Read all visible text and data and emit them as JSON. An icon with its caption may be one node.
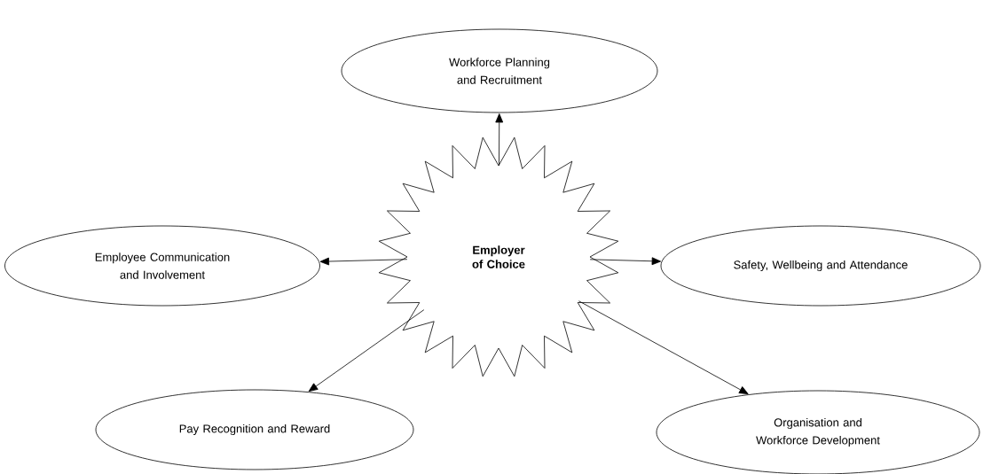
{
  "diagram": {
    "nodes": [
      {
        "text": [
          "Employer of Choice"
        ]
      },
      {
        "text": [
          "Workforce Planning and Recruitment"
        ]
      },
      {
        "text": [
          "Employee Communication and Involvement"
        ]
      },
      {
        "text": [
          "Safety, Wellbeing and Attendance"
        ]
      },
      {
        "text": [
          "Pay Recognition and Reward"
        ]
      },
      {
        "text": [
          "Organisation and Workforce Development"
        ]
      }
    ],
    "edges": [
      {
        "from": 0,
        "to": 1,
        "arrow": "to"
      },
      {
        "from": 0,
        "to": 2,
        "arrow": "to"
      },
      {
        "from": 0,
        "to": 3,
        "arrow": "to"
      },
      {
        "from": 0,
        "to": 4,
        "arrow": "to"
      },
      {
        "from": 0,
        "to": 5,
        "arrow": "to"
      }
    ]
  }
}
